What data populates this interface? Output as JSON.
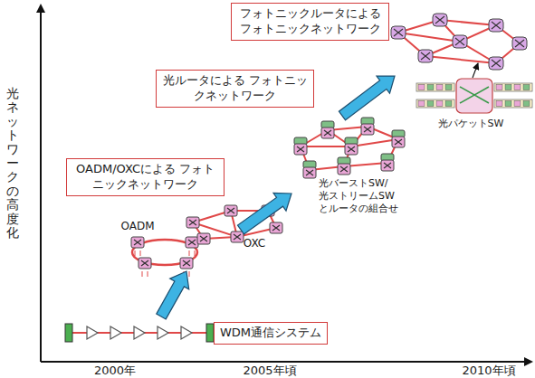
{
  "diagram": {
    "nodes": [
      {
        "text": [
          "フォトニックルータによる フォトニックネットワーク"
        ]
      },
      {
        "text": [
          "光ルータによる フォトニックネットワーク"
        ]
      },
      {
        "text": [
          "OADM/OXCによる フォトニックネットワーク"
        ]
      },
      {
        "text": [
          "WDM通信システム"
        ]
      }
    ],
    "labels": [
      "光ネットワークの高度化",
      "2000年",
      "2005年頃",
      "2010年頃",
      "OADM",
      "OXC",
      "光バーストSW/",
      "光ストリームSW",
      "とルータの組合せ",
      "光パケットSW"
    ]
  }
}
